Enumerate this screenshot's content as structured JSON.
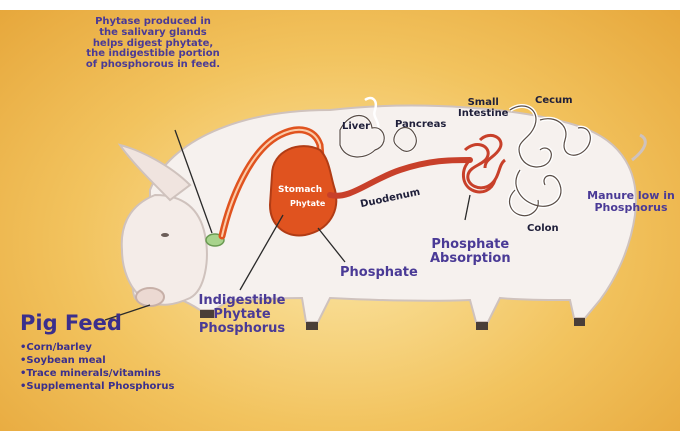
{
  "phytase_note": [
    "Phytase produced in",
    "the salivary glands",
    "helps digest phytate,",
    "the indigestible portion",
    "of phosphorous in feed."
  ],
  "organs": {
    "liver": "Liver",
    "pancreas": "Pancreas",
    "small_intestine": [
      "Small",
      "Intestine"
    ],
    "cecum": "Cecum",
    "stomach": "Stomach",
    "stomach_inner": "Phytate",
    "duodenum": "Duodenum",
    "colon": "Colon"
  },
  "labels": {
    "manure": [
      "Manure low in",
      "Phosphorus"
    ],
    "phosphate": "Phosphate",
    "phosphate_absorption": [
      "Phosphate",
      "Absorption"
    ],
    "indigestible": [
      "Indigestible",
      "Phytate",
      "Phosphorus"
    ]
  },
  "pig_feed": {
    "title": "Pig Feed",
    "items": [
      "Corn/barley",
      "Soybean meal",
      "Trace minerals/vitamins",
      "Supplemental Phosphorus"
    ]
  },
  "colors": {
    "label_text": "#3b2f8c",
    "tract": "#c8402a",
    "stomach": "#e0531f",
    "background": "#f2c35e"
  }
}
